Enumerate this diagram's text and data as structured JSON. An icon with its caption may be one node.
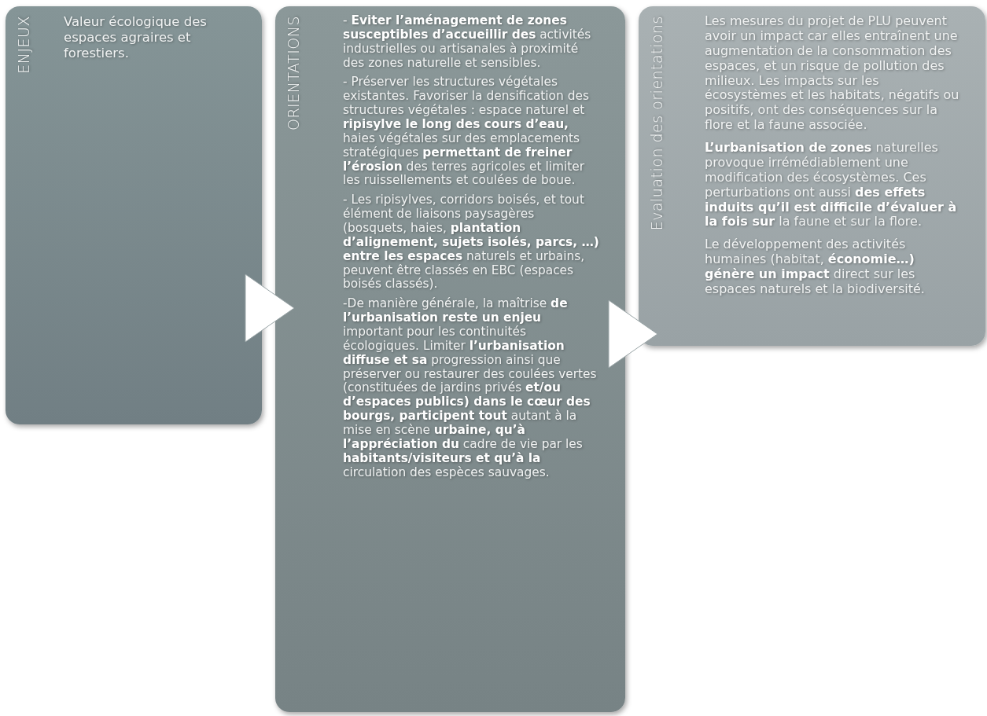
{
  "diagram": {
    "nodes": [
      {
        "text": [
          "ENJEUX",
          "Valeur écologique des espaces agraires et forestiers."
        ]
      },
      {
        "text": [
          "ORIENTATIONS",
          "- **Eviter l’aménagement de zones susceptibles d’accueillir des** activités industrielles ou artisanales à proximité des zones naturelle et sensibles.",
          "- Préserver les structures végétales existantes. Favoriser la densification des structures végétales : espace naturel et **ripisylve le long des cours d’eau,** haies végétales sur des emplacements stratégiques **permettant de freiner l’érosion** des terres agricoles et limiter les ruissellements et coulées de boue.",
          "- Les ripisylves, corridors boisés, et tout élément de liaisons paysagères (bosquets, haies, **plantation d’alignement, sujets isolés, parcs, …) entre les espaces** naturels et urbains, peuvent être classés en EBC (espaces boisés classés).",
          "-De manière générale, la maîtrise **de l’urbanisation reste un enjeu** important pour les continuités écologiques. Limiter **l’urbanisation diffuse et sa** progression ainsi que préserver ou restaurer des coulées vertes (constituées de jardins privés **et/ou d’espaces publics) dans le cœur des bourgs, participent tout** autant à la mise en scène **urbaine, qu’à l’appréciation du** cadre de vie par les **habitants/visiteurs et qu’à la** circulation des espèces sauvages."
        ]
      },
      {
        "text": [
          "Evaluation des orientations",
          "Les mesures du projet de PLU peuvent avoir un impact car elles entraînent une augmentation de la consommation des espaces, et un risque de pollution des milieux. Les impacts sur les écosystèmes et les habitats, négatifs ou positifs, ont des conséquences sur la flore et la faune associée.",
          "**L’urbanisation de zones** naturelles provoque irrémédiablement une modification des écosystèmes. Ces perturbations ont aussi **des effets induits qu’il est difficile d’évaluer à la fois sur** la faune et sur la flore.",
          "Le développement des activités humaines (habitat, **économie…) génère un impact** direct sur les espaces naturels et la biodiversité."
        ]
      }
    ],
    "edges": [
      {
        "from": 0,
        "to": 1,
        "arrow": "to"
      },
      {
        "from": 1,
        "to": 2,
        "arrow": "to"
      }
    ]
  }
}
